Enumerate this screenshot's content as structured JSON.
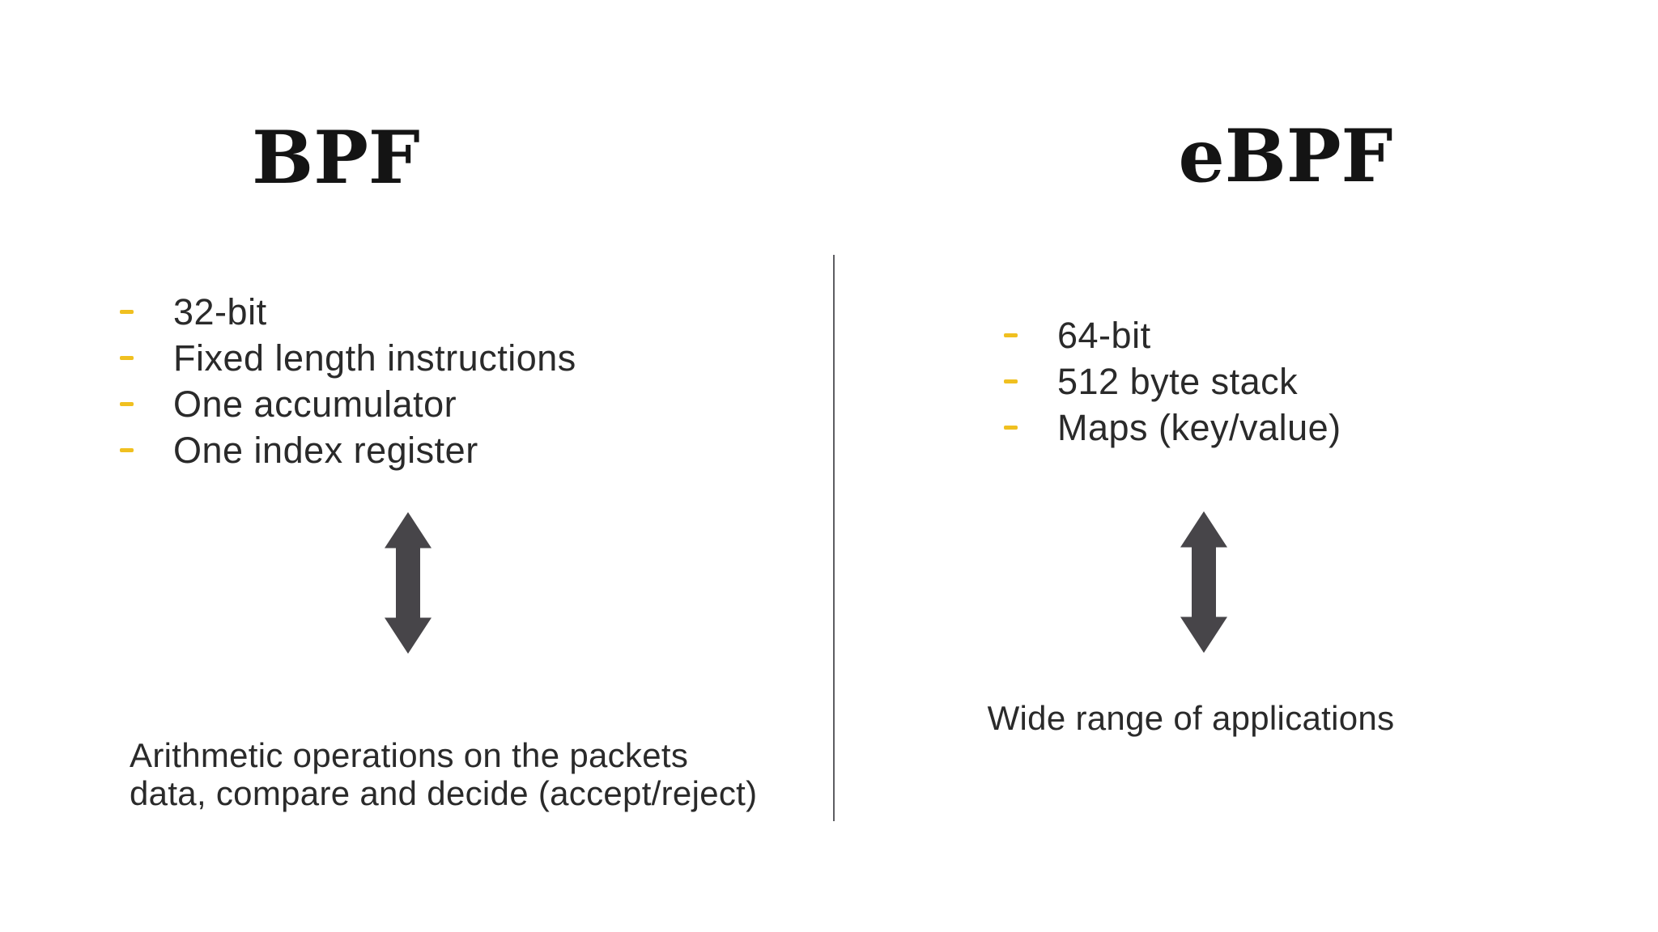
{
  "slide": {
    "left": {
      "title": "BPF",
      "bullets": [
        "32-bit",
        "Fixed length instructions",
        "One accumulator",
        "One index register"
      ],
      "caption_lines": [
        "Arithmetic operations on the packets",
        "data, compare and decide (accept/reject)"
      ]
    },
    "right": {
      "title": "eBPF",
      "bullets": [
        "64-bit",
        "512 byte stack",
        "Maps (key/value)"
      ],
      "caption_lines": [
        "Wide range of applications"
      ]
    },
    "icons": {
      "left_arrow": "double-headed-vertical-arrow",
      "right_arrow": "double-headed-vertical-arrow",
      "bullet_marker": "yellow-dash"
    }
  },
  "colors": {
    "background": "#ffffff",
    "title_text": "#141414",
    "body_text": "#2a2a2a",
    "bullet_dash": "#f0c020",
    "arrow": "#474549",
    "divider": "#5e5e63"
  }
}
